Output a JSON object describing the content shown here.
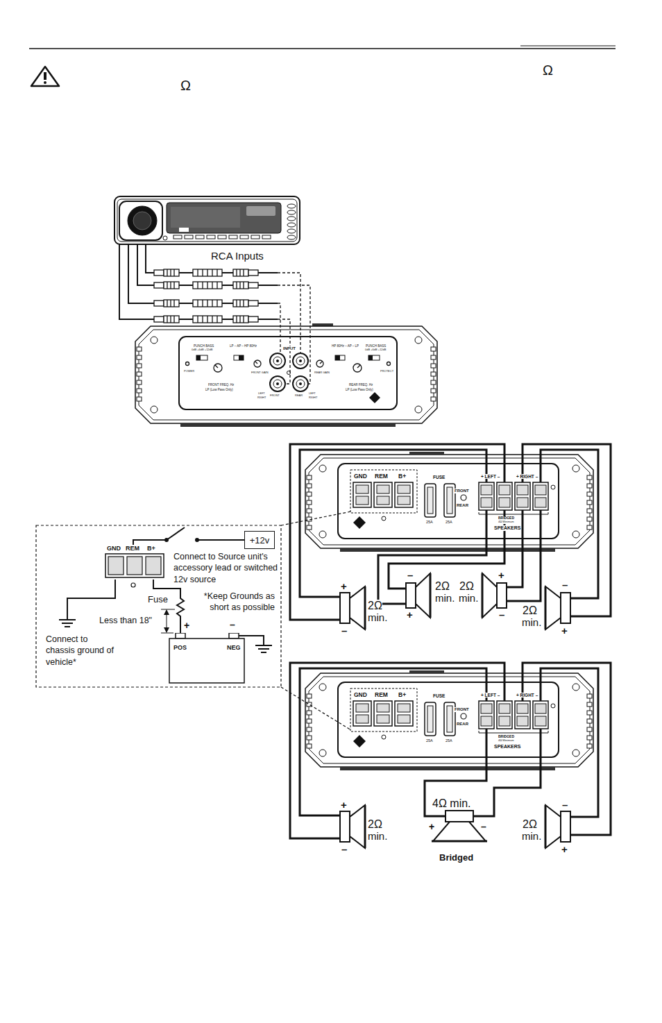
{
  "diagram": {
    "nodes": [
      {
        "text": [
          "+12v"
        ]
      },
      {
        "text": [
          "GND",
          "REM",
          "B+"
        ]
      },
      {
        "text": [
          "POS",
          "NEG"
        ]
      }
    ],
    "edges": [
      {
        "from": 1,
        "to": 0,
        "arrow": "none"
      },
      {
        "from": 1,
        "to": 2,
        "arrow": "none"
      }
    ],
    "labels": [
      "Ω",
      "Ω",
      "RCA Inputs",
      "PUNCH BASS",
      "0dB +6dB +12dB",
      "LP – AP – HP 80Hz",
      "POWER",
      "FRONT FREQ. Hz",
      "LP (Low Pass Only)",
      "FRONT GAIN",
      "INPUT",
      "LEFT",
      "RIGHT",
      "FRONT",
      "REAR",
      "LEFT",
      "RIGHT",
      "REAR GAIN",
      "HP 80Hz – AP – LP",
      "PUNCH BASS",
      "0dB +6dB +12dB",
      "REAR FREQ. Hz",
      "LP (Low Pass Only)",
      "PROTECT",
      "Connect to Source unit's accessory lead or switched 12v source",
      "Fuse",
      "*Keep Grounds as short as possible",
      "Less than 18\"",
      "+",
      "–",
      "Connect to chassis ground of vehicle*",
      "GND",
      "REM",
      "B+",
      "FUSE",
      "25A",
      "25A",
      "FRONT",
      "REAR",
      "+ LEFT –",
      "+ RIGHT –",
      "BRIDGED",
      "4Ω Minimum",
      "SPEAKERS",
      "+",
      "–",
      "2Ω",
      "min.",
      "–",
      "+",
      "2Ω",
      "min.",
      "2Ω",
      "min.",
      "+",
      "–",
      "2Ω",
      "min.",
      "–",
      "+",
      "GND",
      "REM",
      "B+",
      "FUSE",
      "25A",
      "25A",
      "FRONT",
      "REAR",
      "+ LEFT –",
      "+ RIGHT –",
      "BRIDGED",
      "4Ω Minimum",
      "SPEAKERS",
      "4Ω min.",
      "+",
      "–",
      "2Ω",
      "min.",
      "+",
      "–",
      "2Ω",
      "min.",
      "–",
      "+",
      "Bridged"
    ]
  }
}
